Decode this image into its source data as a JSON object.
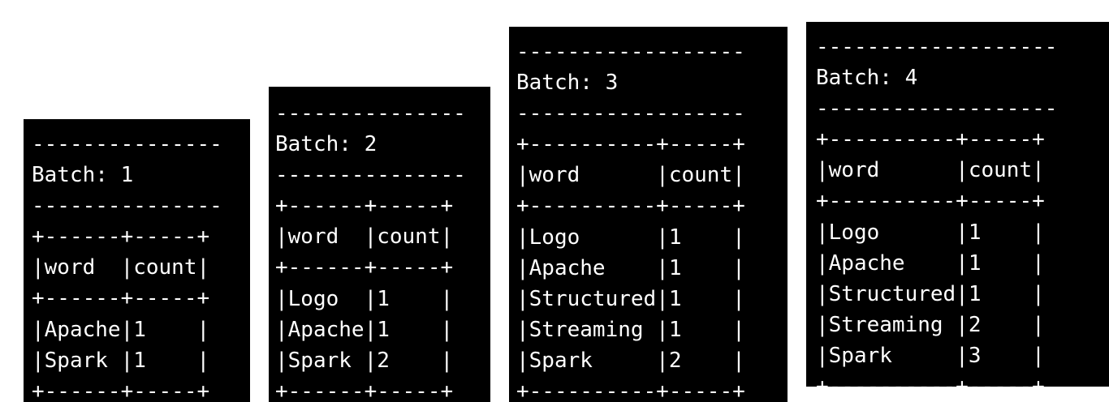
{
  "batches": [
    {
      "lines": [
        "---------------",
        "Batch: 1",
        "---------------",
        "+------+-----+",
        "|word  |count|",
        "+------+-----+",
        "|Apache|1    |",
        "|Spark |1    |",
        "+------+-----+"
      ]
    },
    {
      "lines": [
        "---------------",
        "Batch: 2",
        "---------------",
        "+------+-----+",
        "|word  |count|",
        "+------+-----+",
        "|Logo  |1    |",
        "|Apache|1    |",
        "|Spark |2    |",
        "+------+-----+"
      ]
    },
    {
      "lines": [
        "------------------",
        "Batch: 3",
        "------------------",
        "+----------+-----+",
        "|word      |count|",
        "+----------+-----+",
        "|Logo      |1    |",
        "|Apache    |1    |",
        "|Structured|1    |",
        "|Streaming |1    |",
        "|Spark     |2    |",
        "+----------+-----+"
      ]
    },
    {
      "lines": [
        "-------------------",
        "Batch: 4",
        "-------------------",
        "+----------+-----+",
        "|word      |count|",
        "+----------+-----+",
        "|Logo      |1    |",
        "|Apache    |1    |",
        "|Structured|1    |",
        "|Streaming |2    |",
        "|Spark     |3    |",
        "+----------+-----+"
      ]
    }
  ]
}
